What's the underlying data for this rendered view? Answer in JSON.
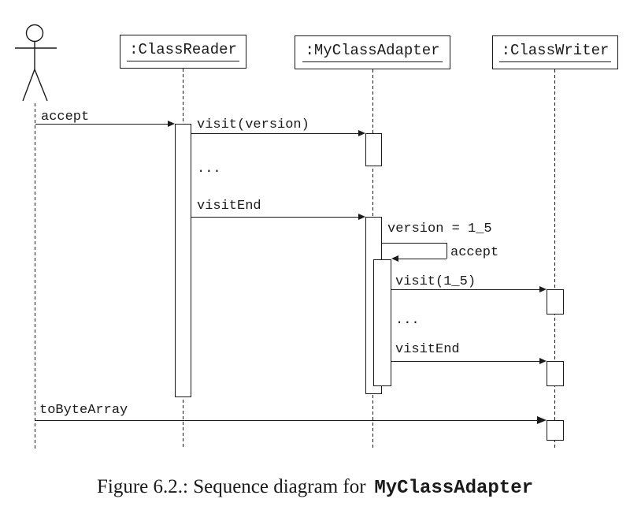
{
  "diagram": {
    "actor": {
      "icon": "stick-figure-actor"
    },
    "participants": [
      {
        "name": ":ClassReader"
      },
      {
        "name": ":MyClassAdapter"
      },
      {
        "name": ":ClassWriter"
      }
    ],
    "messages": {
      "accept1": "accept",
      "visitVersion": "visit(version)",
      "ellipsis1": "...",
      "visitEnd1": "visitEnd",
      "versionNote": "version = 1_5",
      "accept2": "accept",
      "visit15": "visit(1_5)",
      "ellipsis2": "...",
      "visitEnd2": "visitEnd",
      "toByteArray": "toByteArray"
    }
  },
  "caption": {
    "prefix": "Figure 6.2.: Sequence diagram for",
    "code": "MyClassAdapter"
  },
  "colors": {
    "ink": "#1a1a1a",
    "background": "#ffffff"
  }
}
